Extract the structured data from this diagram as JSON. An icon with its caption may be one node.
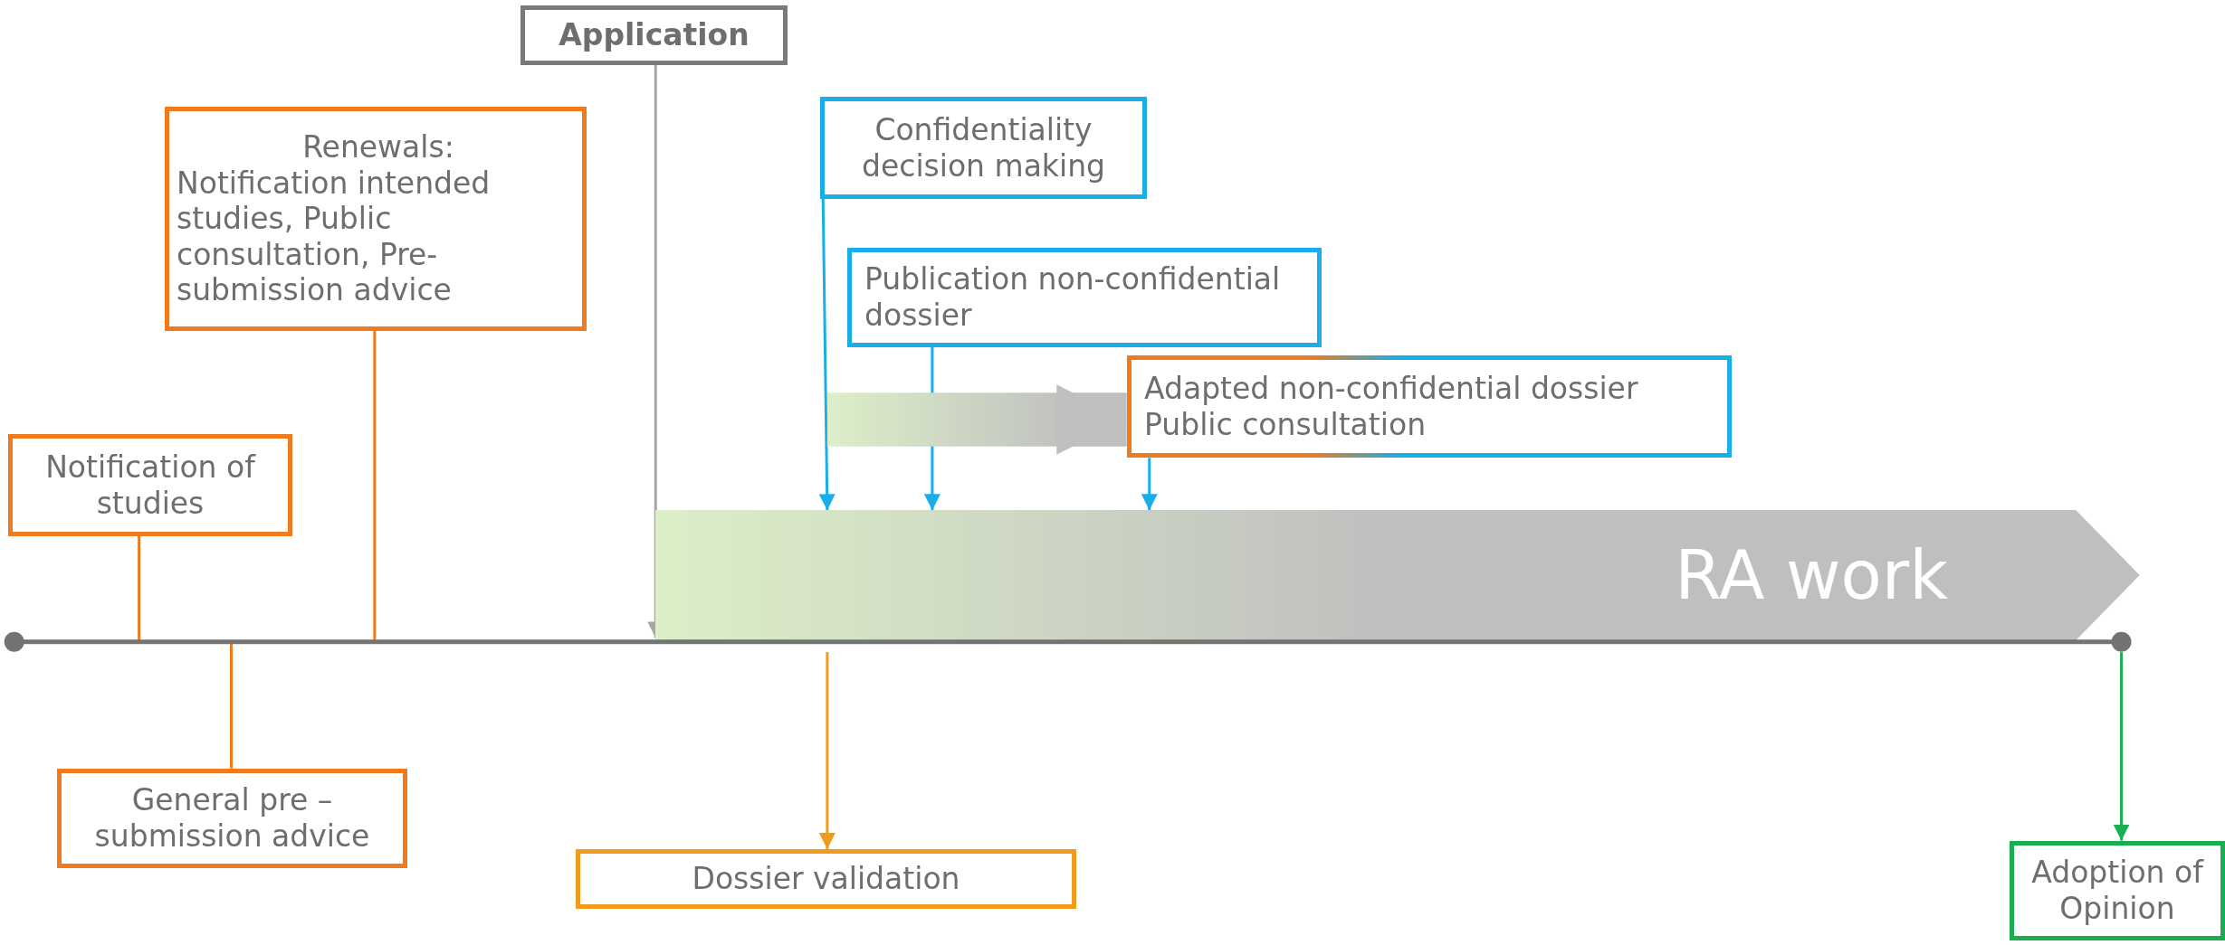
{
  "diagram": {
    "nodes": [
      {
        "text": [
          "Application"
        ]
      },
      {
        "text": [
          "Renewals:",
          "Notification intended studies, Public consultation, Pre-submission advice"
        ]
      },
      {
        "text": [
          "Confidentiality decision making"
        ]
      },
      {
        "text": [
          "Publication non-confidential dossier"
        ]
      },
      {
        "text": [
          "Adapted non-confidential dossier",
          "Public consultation"
        ]
      },
      {
        "text": [
          "Notification of studies"
        ]
      },
      {
        "text": [
          "RA work"
        ]
      },
      {
        "text": [],
        "shape": "line"
      },
      {
        "text": [
          "General pre – submission advice"
        ]
      },
      {
        "text": [
          "Dossier validation"
        ]
      },
      {
        "text": [
          "Adoption of Opinion"
        ]
      }
    ],
    "edges": [
      {
        "from": 0,
        "to": 7,
        "arrow": "to",
        "color": "#a6a6a6"
      },
      {
        "from": 1,
        "to": 7,
        "arrow": "none"
      },
      {
        "from": 5,
        "to": 7,
        "arrow": "none"
      },
      {
        "from": 8,
        "to": 7,
        "arrow": "none"
      },
      {
        "from": 2,
        "to": 6,
        "arrow": "to",
        "color": "#18aee8"
      },
      {
        "from": 3,
        "to": 6,
        "arrow": "to",
        "color": "#18aee8"
      },
      {
        "from": 4,
        "to": 6,
        "arrow": "to",
        "color": "#18aee8"
      },
      {
        "from": null,
        "to": 4,
        "arrow": "to",
        "style": "thick",
        "color": "#bfbfbf"
      },
      {
        "from": 7,
        "to": 9,
        "arrow": "to",
        "color": "#f09a1e"
      },
      {
        "from": 7,
        "to": 10,
        "arrow": "to",
        "color": "#1aae50"
      }
    ]
  }
}
